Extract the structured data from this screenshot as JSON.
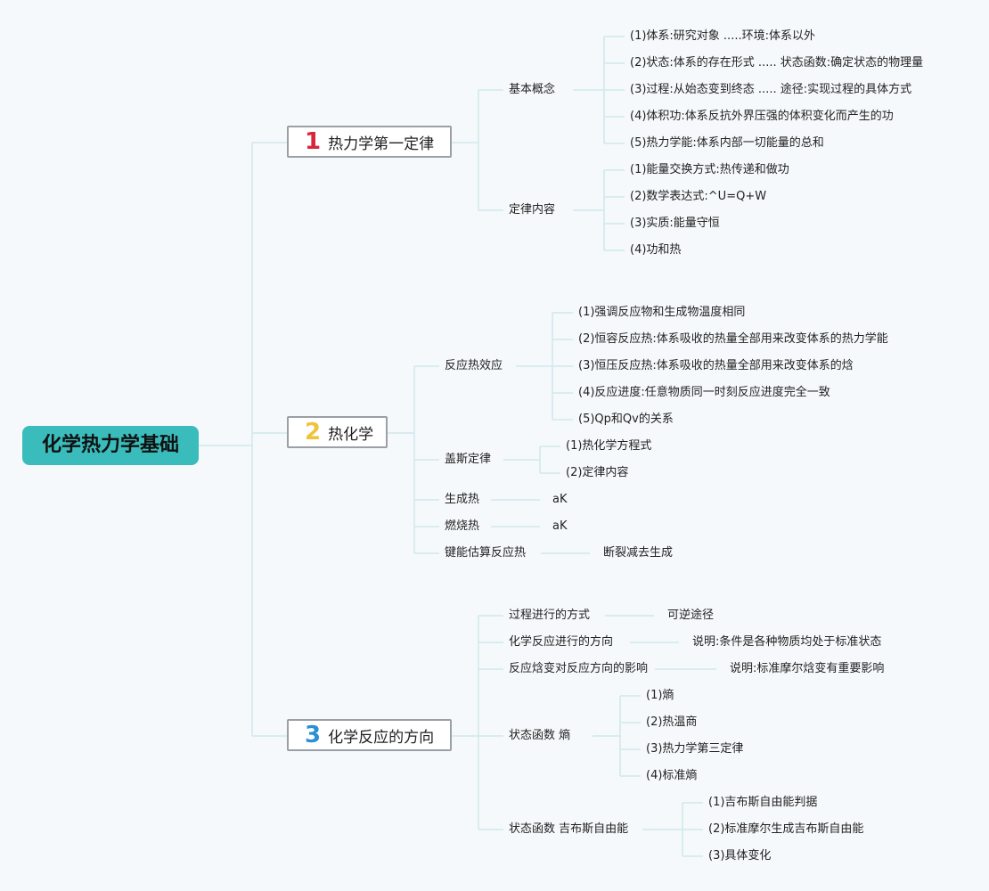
{
  "root": {
    "title": "化学热力学基础"
  },
  "sections": [
    {
      "number": "1",
      "number_color": "#d9263a",
      "title": "热力学第一定律",
      "groups": [
        {
          "label": "基本概念",
          "items": [
            "(1)体系:研究对象 .....环境:体系以外",
            "(2)状态:体系的存在形式 ..... 状态函数:确定状态的物理量",
            "(3)过程:从始态变到终态 ..... 途径:实现过程的具体方式",
            "(4)体积功:体系反抗外界压强的体积变化而产生的功",
            "(5)热力学能:体系内部一切能量的总和"
          ]
        },
        {
          "label": "定律内容",
          "items": [
            "(1)能量交换方式:热传递和做功",
            "(2)数学表达式:^U=Q+W",
            "(3)实质:能量守恒",
            "(4)功和热"
          ]
        }
      ]
    },
    {
      "number": "2",
      "number_color": "#f0c33c",
      "title": "热化学",
      "groups": [
        {
          "label": "反应热效应",
          "items": [
            "(1)强调反应物和生成物温度相同",
            "(2)恒容反应热:体系吸收的热量全部用来改变体系的热力学能",
            "(3)恒压反应热:体系吸收的热量全部用来改变体系的焓",
            "(4)反应进度:任意物质同一时刻反应进度完全一致",
            "(5)Qp和Qv的关系"
          ]
        },
        {
          "label": "盖斯定律",
          "items": [
            "(1)热化学方程式",
            "(2)定律内容"
          ]
        },
        {
          "label": "生成热",
          "items": [
            "aK"
          ]
        },
        {
          "label": "燃烧热",
          "items": [
            "aK"
          ]
        },
        {
          "label": "键能估算反应热",
          "items": [
            "断裂减去生成"
          ]
        }
      ]
    },
    {
      "number": "3",
      "number_color": "#2b8fd6",
      "title": "化学反应的方向",
      "groups": [
        {
          "label": "过程进行的方式",
          "items": [
            "可逆途径"
          ]
        },
        {
          "label": "化学反应进行的方向",
          "items": [
            "说明:条件是各种物质均处于标准状态"
          ]
        },
        {
          "label": "反应焓变对反应方向的影响",
          "items": [
            "说明:标准摩尔焓变有重要影响"
          ]
        },
        {
          "label": "状态函数 熵",
          "items": [
            "(1)熵",
            "(2)热温商",
            "(3)热力学第三定律",
            "(4)标准熵"
          ]
        },
        {
          "label": "状态函数 吉布斯自由能",
          "items": [
            "(1)吉布斯自由能判据",
            "(2)标准摩尔生成吉布斯自由能",
            "(3)具体变化"
          ]
        }
      ]
    }
  ],
  "colors": {
    "line": "#cfe8ec",
    "root_bg": "#3bbcbc",
    "section_border": "#9aa0a6"
  }
}
